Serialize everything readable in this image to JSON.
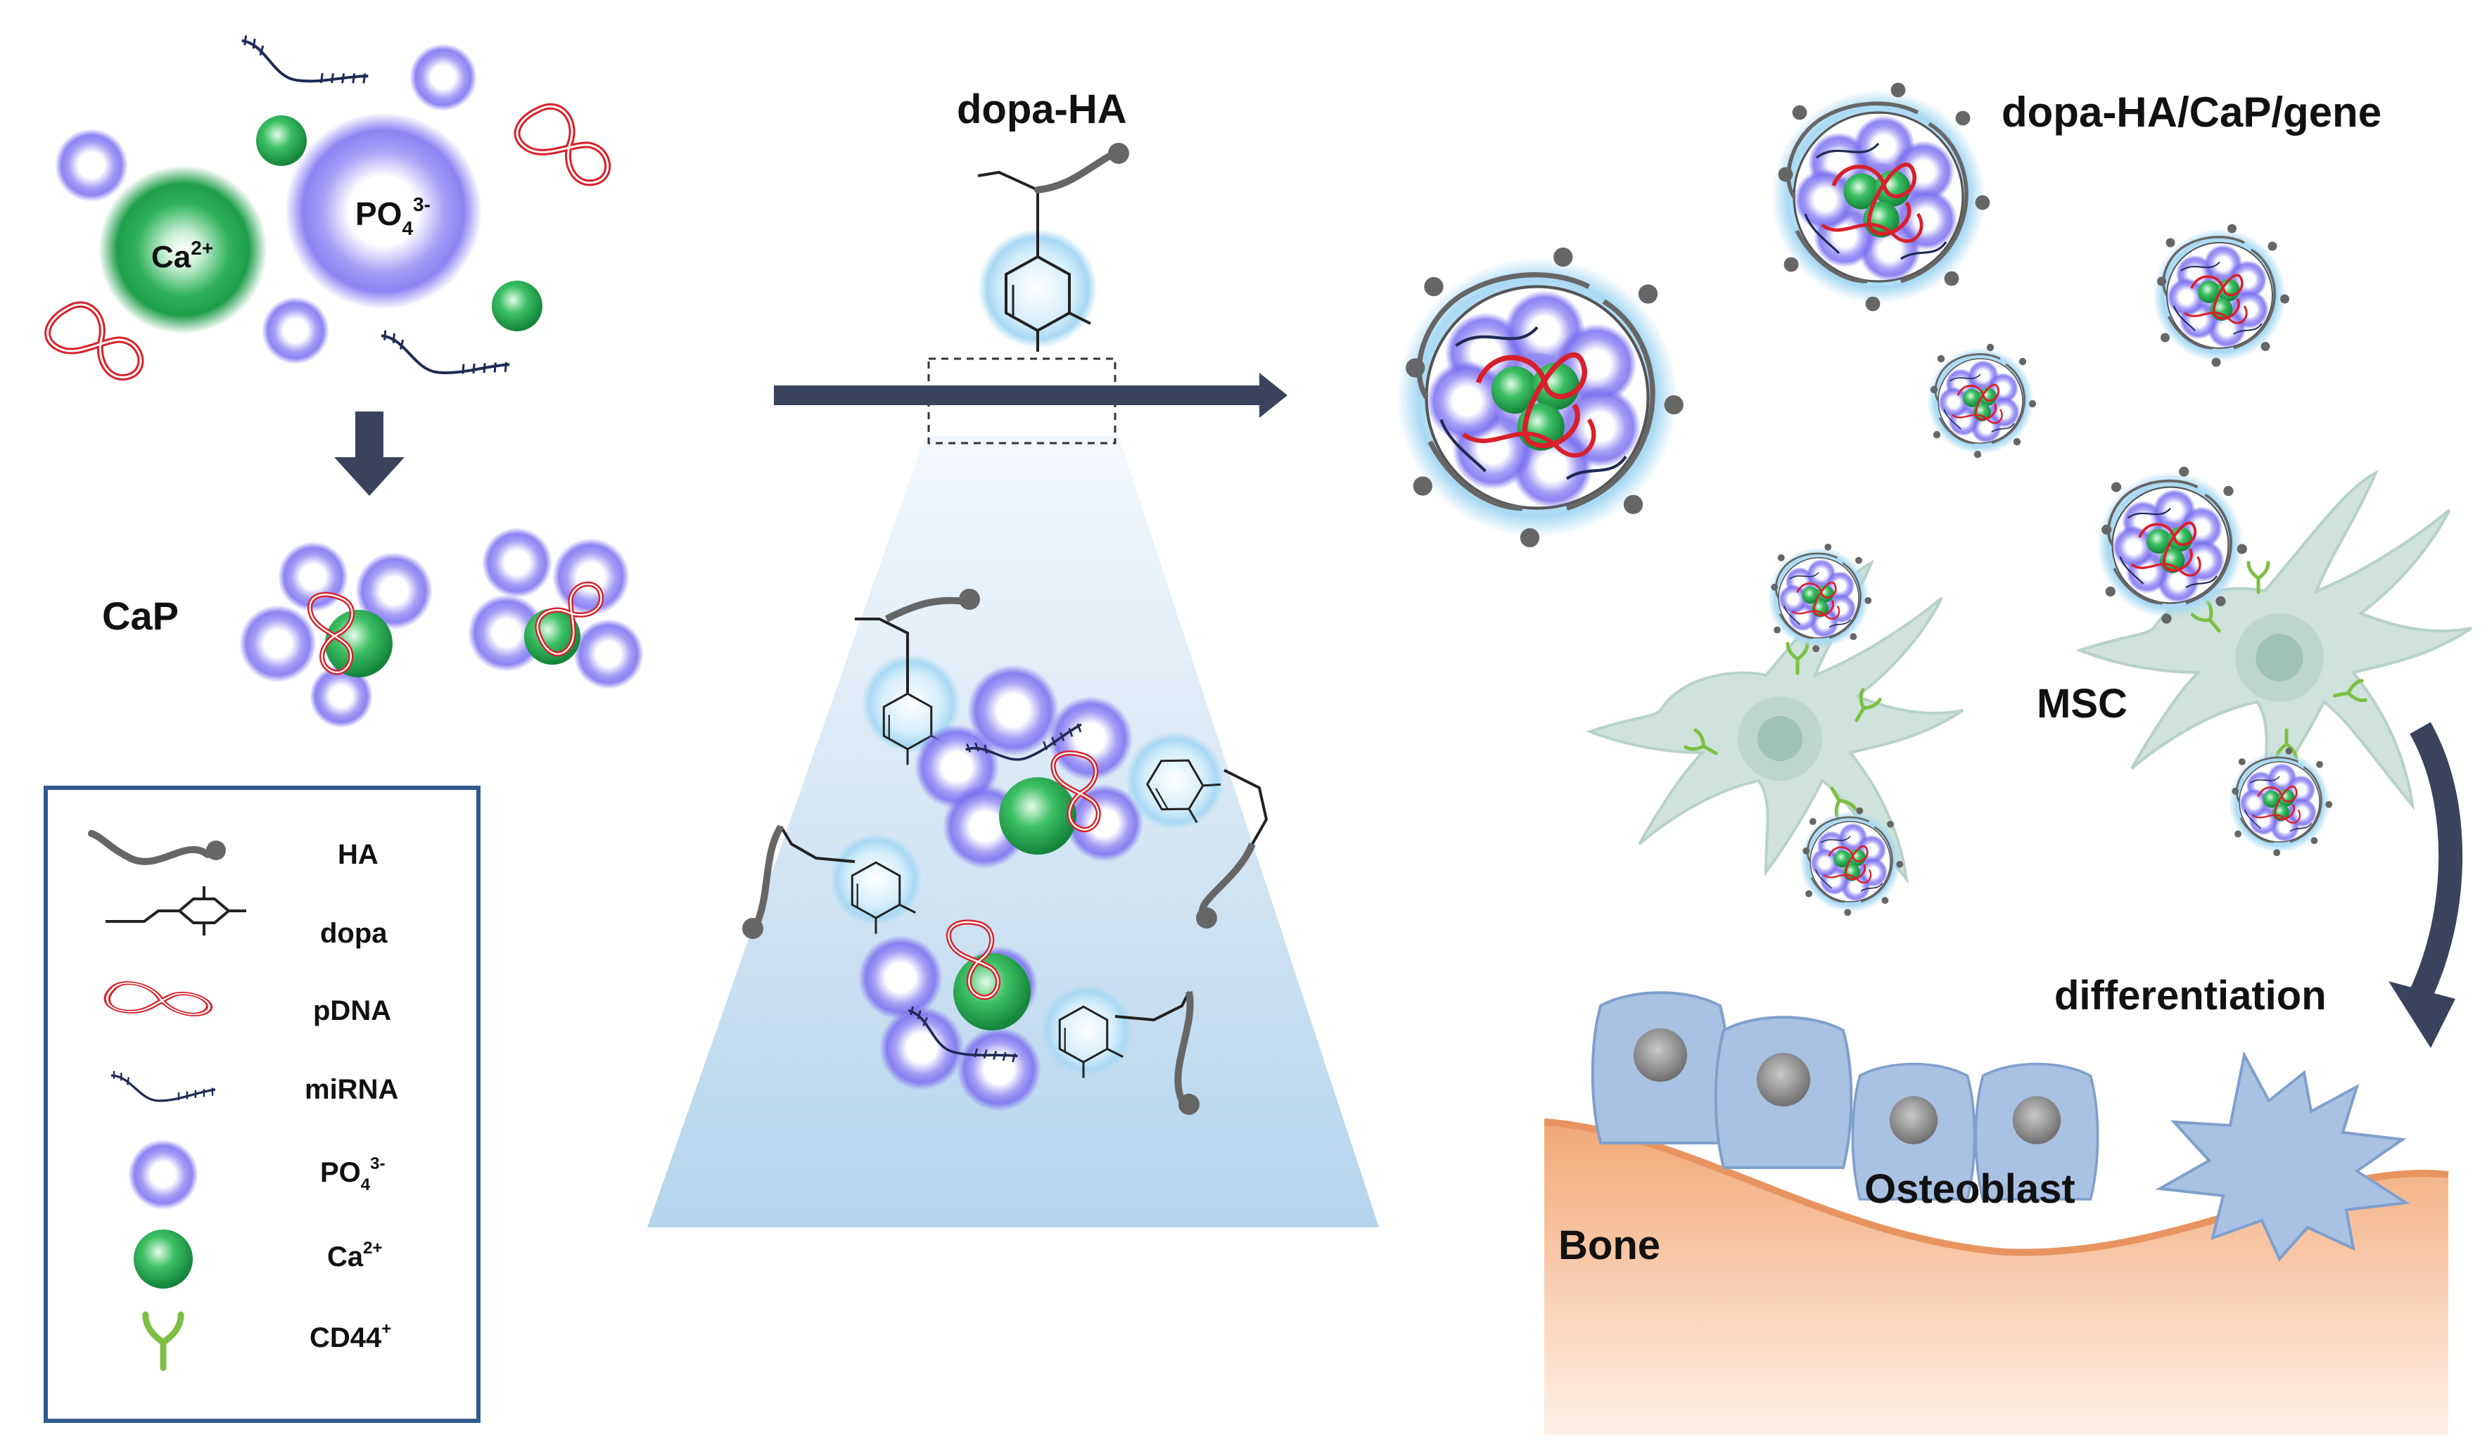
{
  "labels": {
    "ca_ion": "Ca",
    "ca_charge": "2+",
    "po4_ion": "PO",
    "po4_sub": "4",
    "po4_charge": "3-",
    "cap": "CaP",
    "dopa_ha": "dopa-HA",
    "dopa_ha_cap_gene": "dopa-HA/CaP/gene",
    "msc": "MSC",
    "differentiation": "differentiation",
    "osteoblast": "Osteoblast",
    "bone": "Bone"
  },
  "legend": {
    "items": [
      {
        "name": "HA",
        "icon": "ha-chain-icon"
      },
      {
        "name": "dopa",
        "icon": "dopa-ring-icon"
      },
      {
        "name": "pDNA",
        "icon": "pdna-icon"
      },
      {
        "name": "miRNA",
        "icon": "mirna-icon"
      },
      {
        "name": "PO",
        "sub": "4",
        "sup": "3-",
        "icon": "phosphate-icon"
      },
      {
        "name": "Ca",
        "sup": "2+",
        "icon": "calcium-icon"
      },
      {
        "name": "CD44",
        "sup": "+",
        "icon": "cd44-receptor-icon"
      }
    ]
  },
  "colors": {
    "calcium": "#1f9e4a",
    "phosphate": "#6a5cf0",
    "pdna": "#d8202a",
    "mirna": "#1f2a55",
    "ha": "#666666",
    "arrow": "#3a435c",
    "legend_border": "#2f5b8c",
    "cell": "#c9ddd6",
    "osteoblast": "#a9c1e2",
    "bone": "#f2a877"
  }
}
